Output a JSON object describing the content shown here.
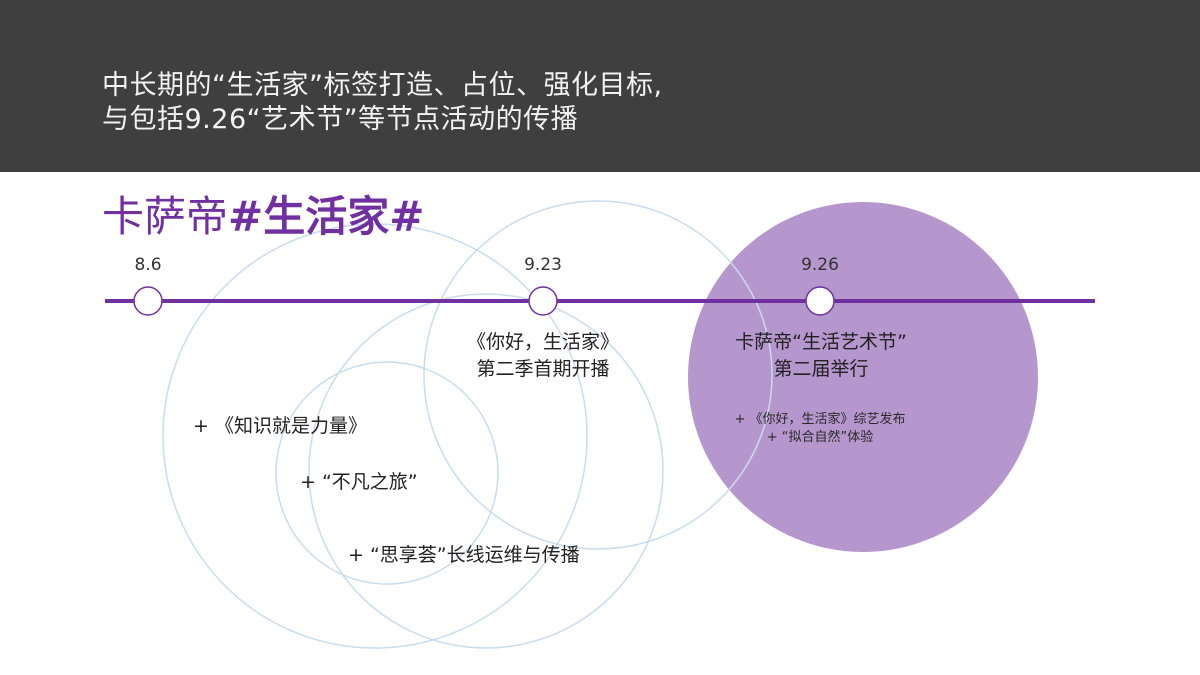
{
  "header": {
    "line1": "中长期的“生活家”标签打造、占位、强化目标,",
    "line2": "与包括9.26“艺术节”等节点活动的传播",
    "background": "#3f3f3f"
  },
  "title": {
    "brand": "卡萨帝",
    "hashtag": "#生活家#",
    "color": "#7030a0"
  },
  "timeline": {
    "color": "#7030a0",
    "nodes": [
      {
        "date": "8.6"
      },
      {
        "date": "9.23",
        "caption_line1": "《你好，生活家》",
        "caption_line2": "第二季首期开播"
      },
      {
        "date": "9.26",
        "caption_line1": "卡萨帝“生活艺术节”",
        "caption_line2": "第二届举行",
        "sub_items": [
          "+ 《你好，生活家》综艺发布",
          "+ “拟合自然”体验"
        ]
      }
    ]
  },
  "ongoing_items": [
    "+ 《知识就是力量》",
    "+ “不凡之旅”",
    "+ “思享荟”长线运维与传播"
  ],
  "colors": {
    "highlight_circle": "#b596cd",
    "outline_circles": "#c9dcee"
  }
}
